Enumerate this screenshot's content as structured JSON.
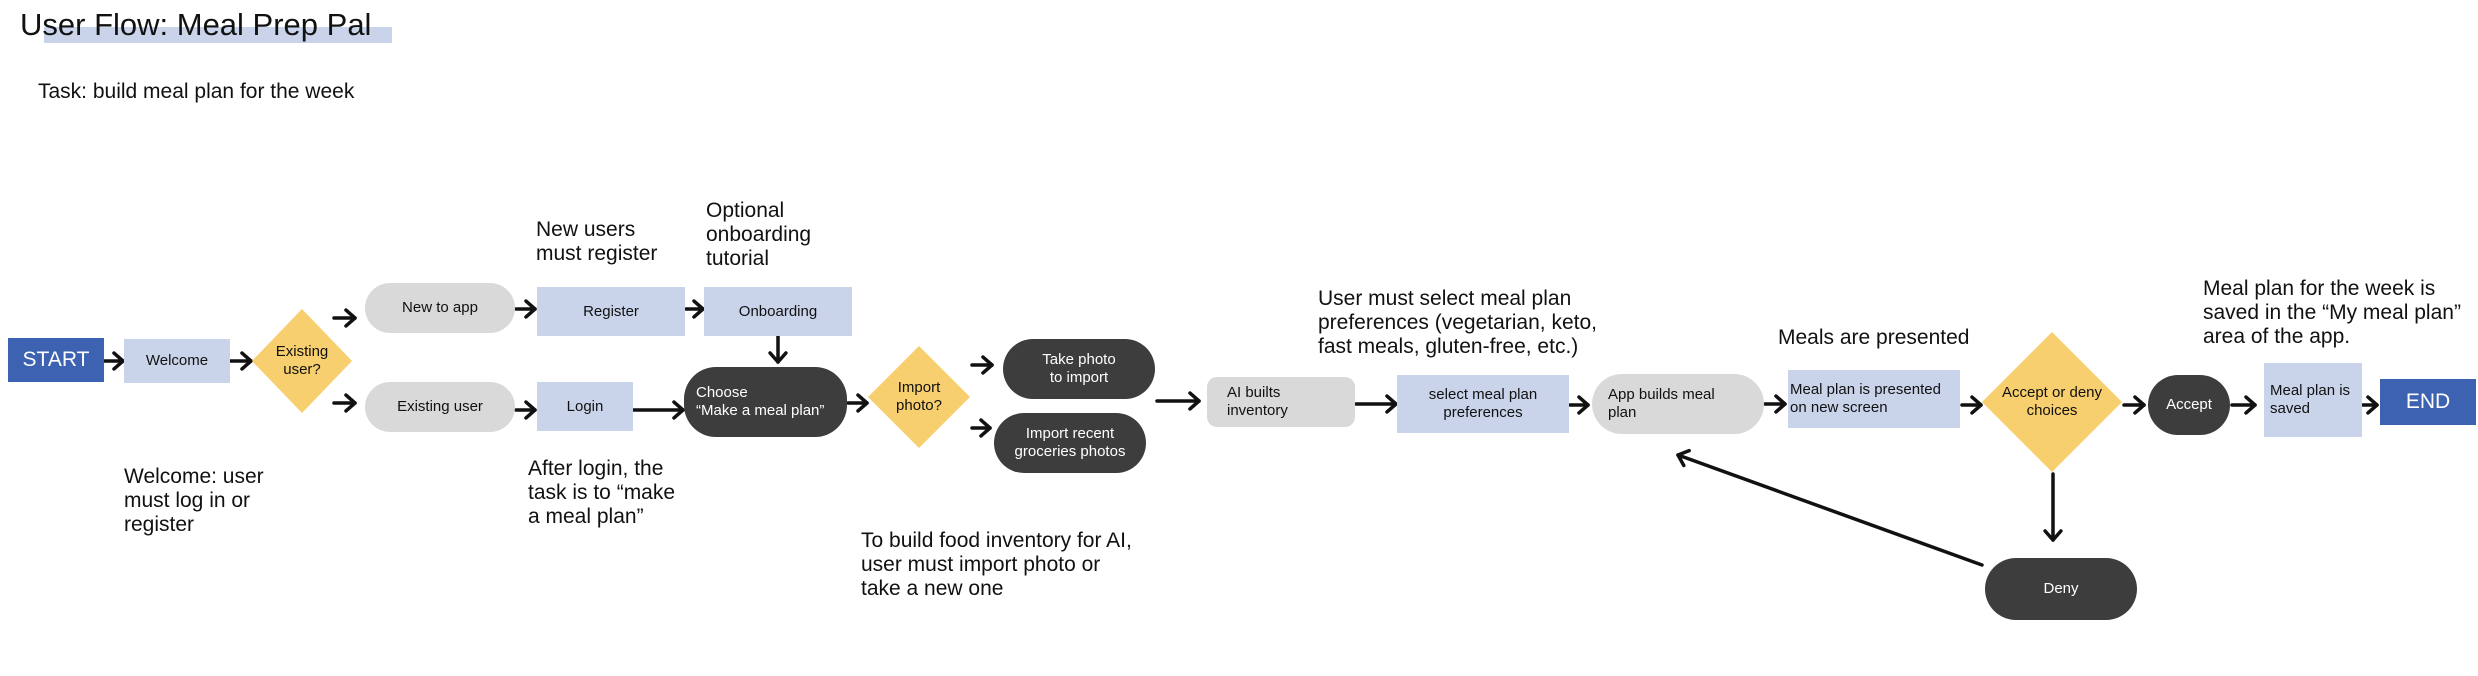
{
  "title": "User Flow: Meal Prep Pal",
  "task": "Task: build meal plan for the week",
  "colors": {
    "terminal": "#3c62b1",
    "process_blue": "#c9d3ea",
    "decision": "#f7cf6e",
    "pill_grey": "#d9d9d9",
    "pill_dark": "#3d3d3d"
  },
  "nodes": {
    "start": "START",
    "welcome": "Welcome",
    "existing_user_q": "Existing\nuser?",
    "new_to_app": "New to app",
    "existing_user": "Existing user",
    "register": "Register",
    "login": "Login",
    "onboarding": "Onboarding",
    "choose": "Choose\n“Make a meal plan”",
    "import_q": "Import\nphoto?",
    "take_photo": "Take photo\nto import",
    "import_recent": "Import recent\ngroceries photos",
    "ai_inventory": "AI builts\ninventory",
    "select_prefs": "select meal plan\npreferences",
    "app_builds": "App builds meal\nplan",
    "plan_presented": "Meal plan is presented\non new screen",
    "accept_q": "Accept or deny\nchoices",
    "accept": "Accept",
    "deny": "Deny",
    "plan_saved": "Meal plan is\nsaved",
    "end": "END"
  },
  "notes": {
    "welcome": "Welcome: user\nmust log in or\nregister",
    "new_users": "New users\nmust register",
    "optional": "Optional\nonboarding\ntutorial",
    "after_login": "After login, the\ntask is to “make\na meal plan”",
    "inventory": "To build food inventory for AI,\nuser must import photo or\ntake a new one",
    "preferences": "User must select meal plan\npreferences (vegetarian, keto,\nfast meals, gluten-free, etc.)",
    "meals_presented": "Meals are presented",
    "saved": "Meal plan for the week is\nsaved in the “My meal plan”\narea of the app."
  }
}
